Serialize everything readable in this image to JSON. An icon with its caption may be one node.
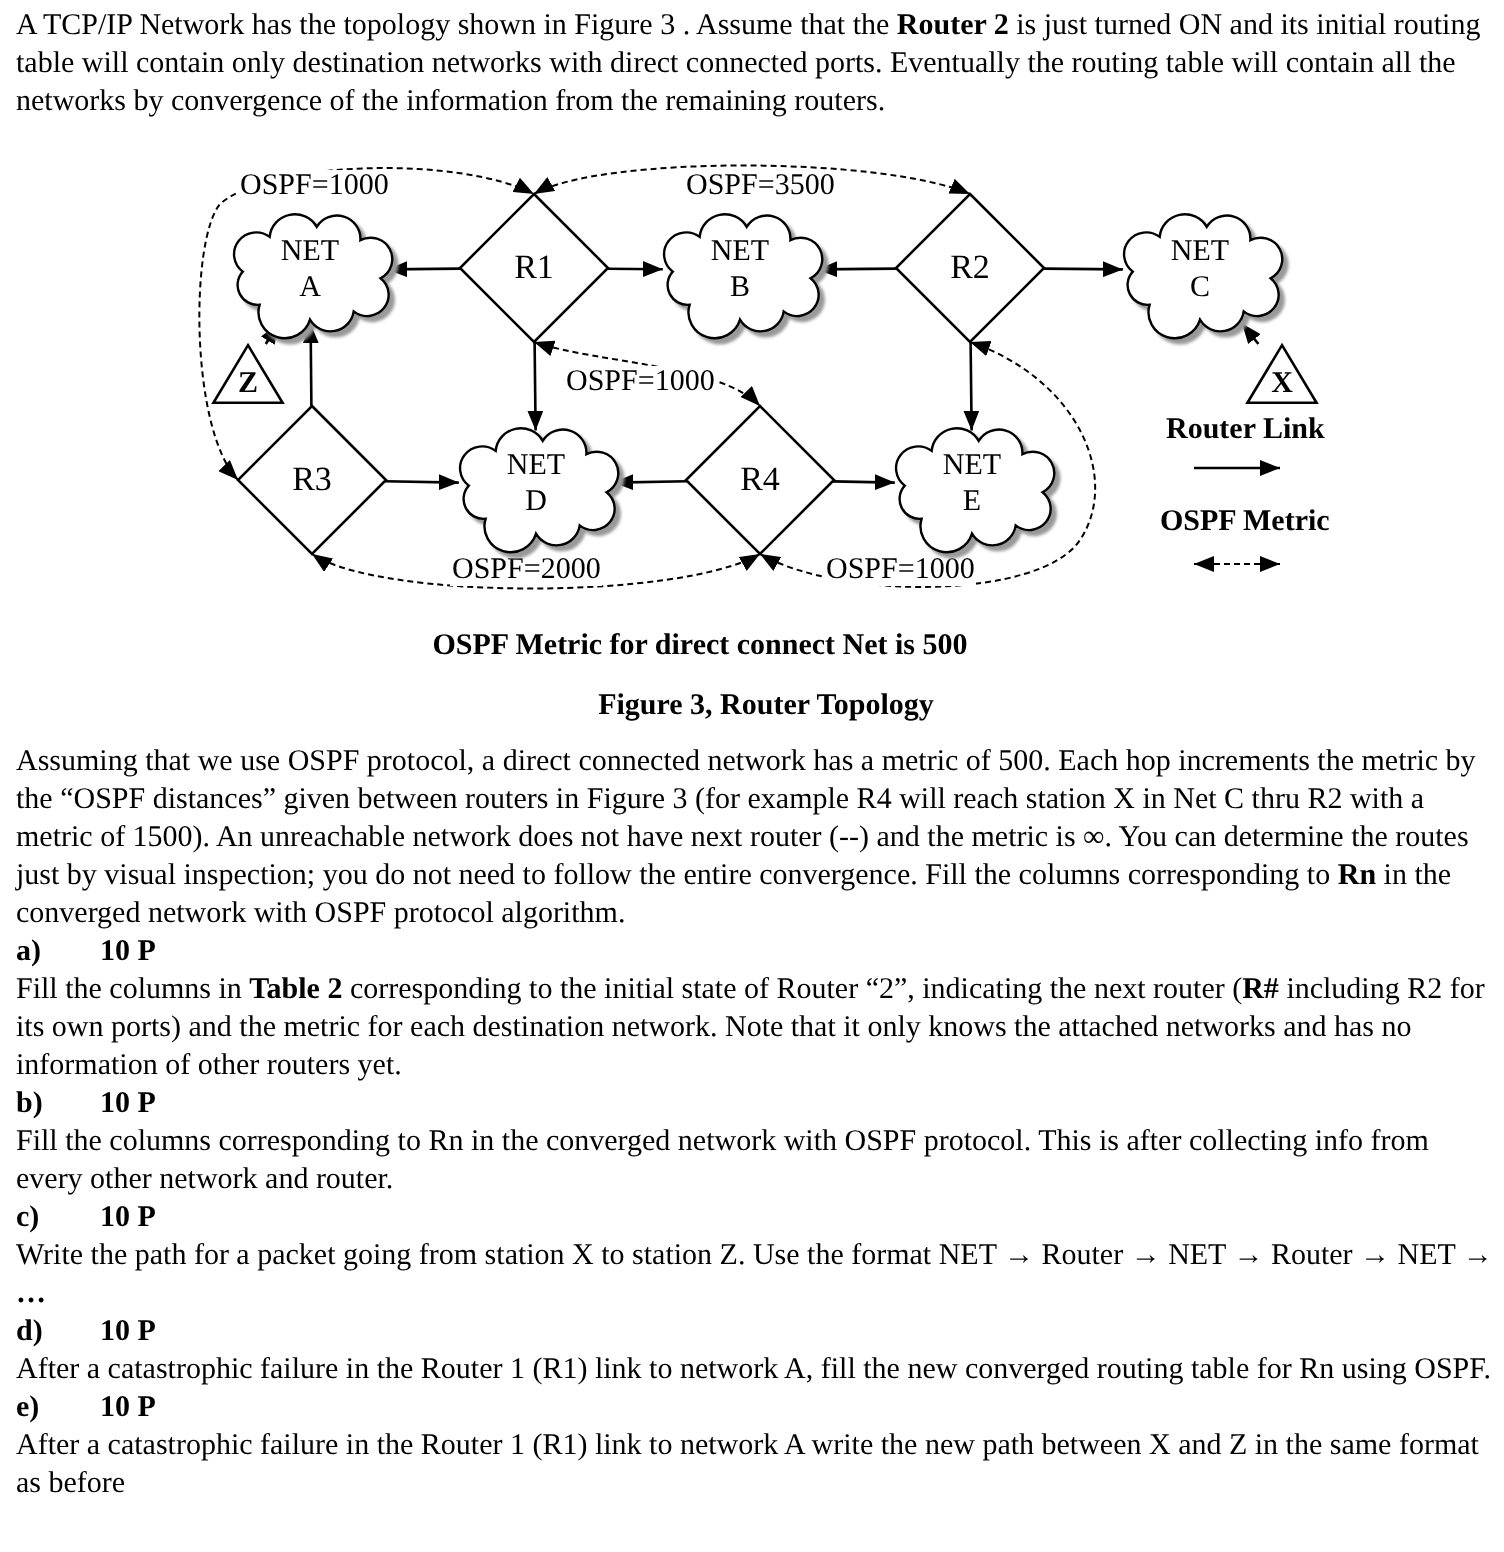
{
  "diagram": {
    "caption": "Figure 3, Router Topology",
    "nodes": [
      {
        "text": [
          "NET A"
        ]
      },
      {
        "text": [
          "R1"
        ]
      },
      {
        "text": [
          "NET B"
        ]
      },
      {
        "text": [
          "R2"
        ]
      },
      {
        "text": [
          "NET C"
        ]
      },
      {
        "text": [
          "Z"
        ]
      },
      {
        "text": [
          "X"
        ]
      },
      {
        "text": [
          "R3"
        ]
      },
      {
        "text": [
          "NET D"
        ]
      },
      {
        "text": [
          "R4"
        ]
      },
      {
        "text": [
          "NET E"
        ]
      }
    ],
    "edges": [
      {
        "from": 1,
        "to": 0,
        "arrow": "to"
      },
      {
        "from": 1,
        "to": 2,
        "arrow": "to"
      },
      {
        "from": 1,
        "to": 8,
        "arrow": "to"
      },
      {
        "from": 3,
        "to": 2,
        "arrow": "to"
      },
      {
        "from": 3,
        "to": 4,
        "arrow": "to"
      },
      {
        "from": 3,
        "to": 10,
        "arrow": "to"
      },
      {
        "from": 7,
        "to": 0,
        "arrow": "to"
      },
      {
        "from": 7,
        "to": 8,
        "arrow": "to"
      },
      {
        "from": 9,
        "to": 8,
        "arrow": "to"
      },
      {
        "from": 9,
        "to": 10,
        "arrow": "to"
      },
      {
        "from": 5,
        "to": 0,
        "arrow": "to"
      },
      {
        "from": 6,
        "to": 4,
        "arrow": "to"
      },
      {
        "from": 7,
        "to": 1,
        "arrow": "both",
        "style": "dashed",
        "label": "OSPF=1000"
      },
      {
        "from": 1,
        "to": 3,
        "arrow": "both",
        "style": "dashed",
        "label": "OSPF=3500"
      },
      {
        "from": 1,
        "to": 9,
        "arrow": "both",
        "style": "dashed",
        "label": "OSPF=1000"
      },
      {
        "from": 7,
        "to": 9,
        "arrow": "both",
        "style": "dashed",
        "label": "OSPF=2000"
      },
      {
        "from": 9,
        "to": 3,
        "arrow": "both",
        "style": "dashed",
        "label": "OSPF=1000"
      }
    ],
    "labels": [
      "A TCP/IP Network has the topology shown in Figure 3 . Assume that the **Router 2** is just turned ON and its initial routing table will contain only destination networks with direct connected ports. Eventually the routing table will contain all the networks by convergence of the information from the remaining routers.",
      "OSPF Metric for direct connect Net is 500",
      "Assuming that we use OSPF protocol, a direct connected network has a metric of 500. Each hop increments the metric by the “OSPF distances” given between routers in Figure 3 (for example R4 will reach station X in Net C thru R2 with a metric of 1500). An unreachable network does not have next router (--) and the metric is ∞. You can determine the routes just by visual inspection; you do not need to follow the entire convergence. Fill the columns corresponding to **Rn** in the converged network with OSPF protocol algorithm.",
      "a)",
      "10 P",
      "Fill the columns in **Table 2** corresponding to the initial state of Router “2”, indicating the next router (**R#** including R2 for its own ports) and the metric for each destination network. Note that it only knows the attached networks and has no information of other routers yet.",
      "b)",
      "10 P",
      "Fill the columns corresponding to Rn in the converged network with OSPF protocol. This is after collecting info from every other network and router.",
      "c)",
      "10 P",
      "Write the path for a packet going from station X to station Z. Use the format NET → Router → NET → Router → NET → **…**",
      "d)",
      "10 P",
      "After a catastrophic failure in the Router 1 (R1) link to network A, fill the new converged routing table for Rn using OSPF.",
      "e)",
      "10 P",
      "After a catastrophic failure in the Router 1 (R1)  link to network A  write the new path between X and Z in the same format as before"
    ],
    "legend": [
      {
        "text": "Router Link"
      },
      {
        "text": "OSPF Metric"
      }
    ]
  }
}
